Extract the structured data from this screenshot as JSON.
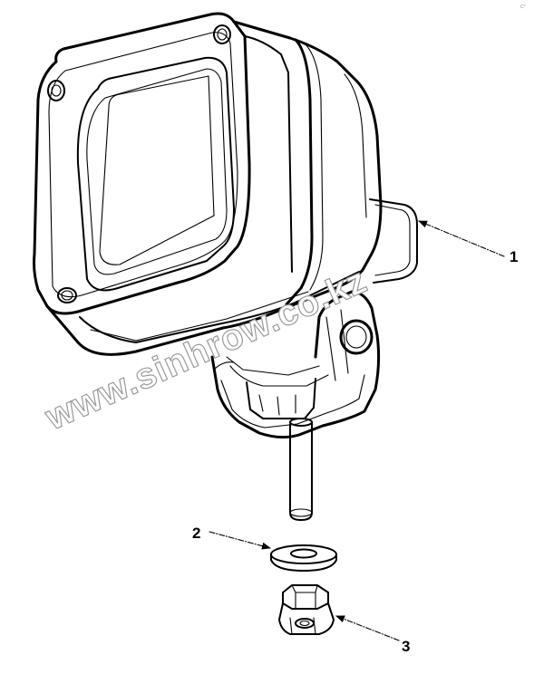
{
  "callouts": [
    {
      "id": "1",
      "label": "1"
    },
    {
      "id": "2",
      "label": "2"
    },
    {
      "id": "3",
      "label": "3"
    }
  ],
  "watermark": "www.sinhrow.co.kz",
  "corner_mark": "C°",
  "colors": {
    "ink": "#000000",
    "watermark_outline": "#9a9a9a",
    "background": "#ffffff"
  }
}
